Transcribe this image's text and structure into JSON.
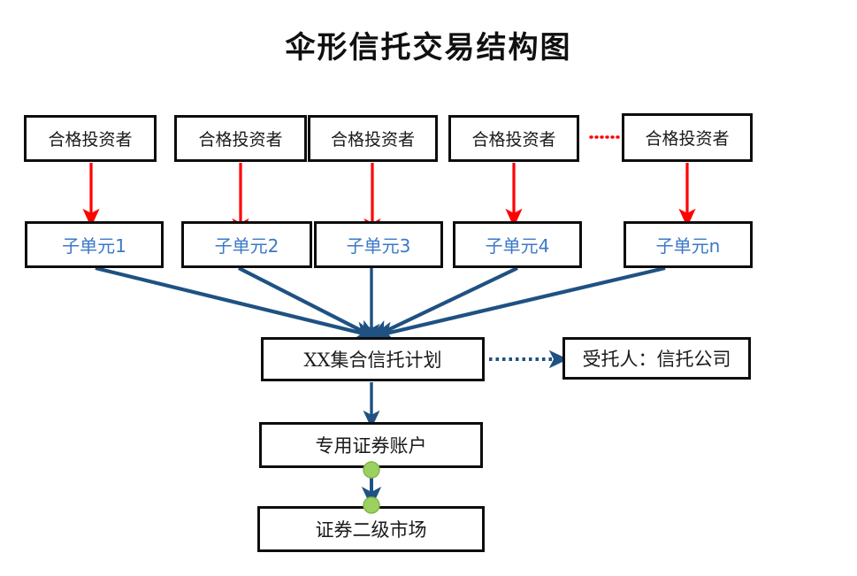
{
  "title": "伞形信托交易结构图",
  "colors": {
    "red_arrow": "#FF0000",
    "blue_arrow": "#1F5182",
    "subunit_text": "#3B78C8",
    "handle_green": "#9BD160",
    "box_border": "#0D0D0D"
  },
  "investors": [
    {
      "label": "合格投资者"
    },
    {
      "label": "合格投资者"
    },
    {
      "label": "合格投资者"
    },
    {
      "label": "合格投资者"
    },
    {
      "label": "合格投资者"
    }
  ],
  "subunits": [
    {
      "label": "子单元1"
    },
    {
      "label": "子单元2"
    },
    {
      "label": "子单元3"
    },
    {
      "label": "子单元4"
    },
    {
      "label": "子单元n"
    }
  ],
  "plan": {
    "label": "XX集合信托计划"
  },
  "trustee": {
    "label": "受托人：信托公司"
  },
  "account": {
    "label": "专用证券账户"
  },
  "market": {
    "label": "证券二级市场"
  },
  "ellipsis": {
    "label": "······"
  }
}
